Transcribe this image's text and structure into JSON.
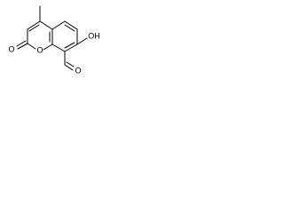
{
  "atoms": {
    "ring_oxygen": "O",
    "carbonyl_oxygen": "O",
    "hydroxyl": "OH",
    "aldehyde_oxygen": "O"
  },
  "colors": {
    "background": "#ffffff",
    "ink": "#000000"
  }
}
